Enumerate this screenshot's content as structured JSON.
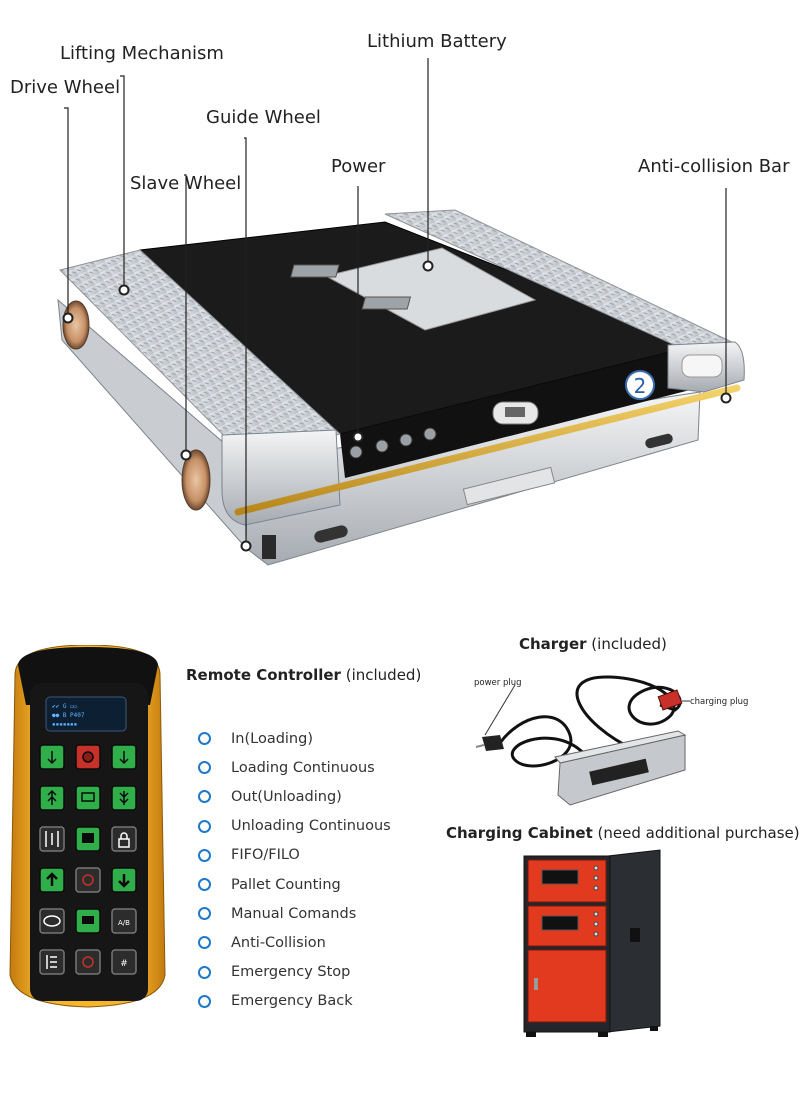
{
  "callouts": {
    "drive_wheel": "Drive Wheel",
    "lifting_mechanism": "Lifting Mechanism",
    "slave_wheel": "Slave Wheel",
    "guide_wheel": "Guide Wheel",
    "power": "Power",
    "lithium_battery": "Lithium Battery",
    "anti_collision_bar": "Anti-collision Bar"
  },
  "shuttle": {
    "number_badge": "2"
  },
  "remote": {
    "title": "Remote Controller",
    "note": "(included)",
    "screen_line_1": "✔✔ G ▭▭",
    "screen_line_2": "●● B  P407",
    "screen_line_3": "▪▪▪▪▪▪▪",
    "key_ab": "A/B",
    "key_hash": "#",
    "features": [
      "In(Loading)",
      "Loading Continuous",
      "Out(Unloading)",
      "Unloading Continuous",
      "FIFO/FILO",
      "Pallet Counting",
      "Manual Comands",
      "Anti-Collision",
      "Emergency Stop",
      "Emergency Back"
    ]
  },
  "charger": {
    "title": "Charger",
    "note": "(included)",
    "power_plug_label": "power plug",
    "charging_plug_label": "charging plug"
  },
  "cabinet": {
    "title": "Charging Cabinet",
    "note": "(need additional purchase)"
  },
  "colors": {
    "accent_blue": "#1f78c8",
    "remote_yellow": "#f2a81c",
    "key_green": "#2fae4a",
    "key_red": "#c8302a",
    "cabinet_red": "#e23a1f",
    "gold_bar": "#d4a72c"
  }
}
